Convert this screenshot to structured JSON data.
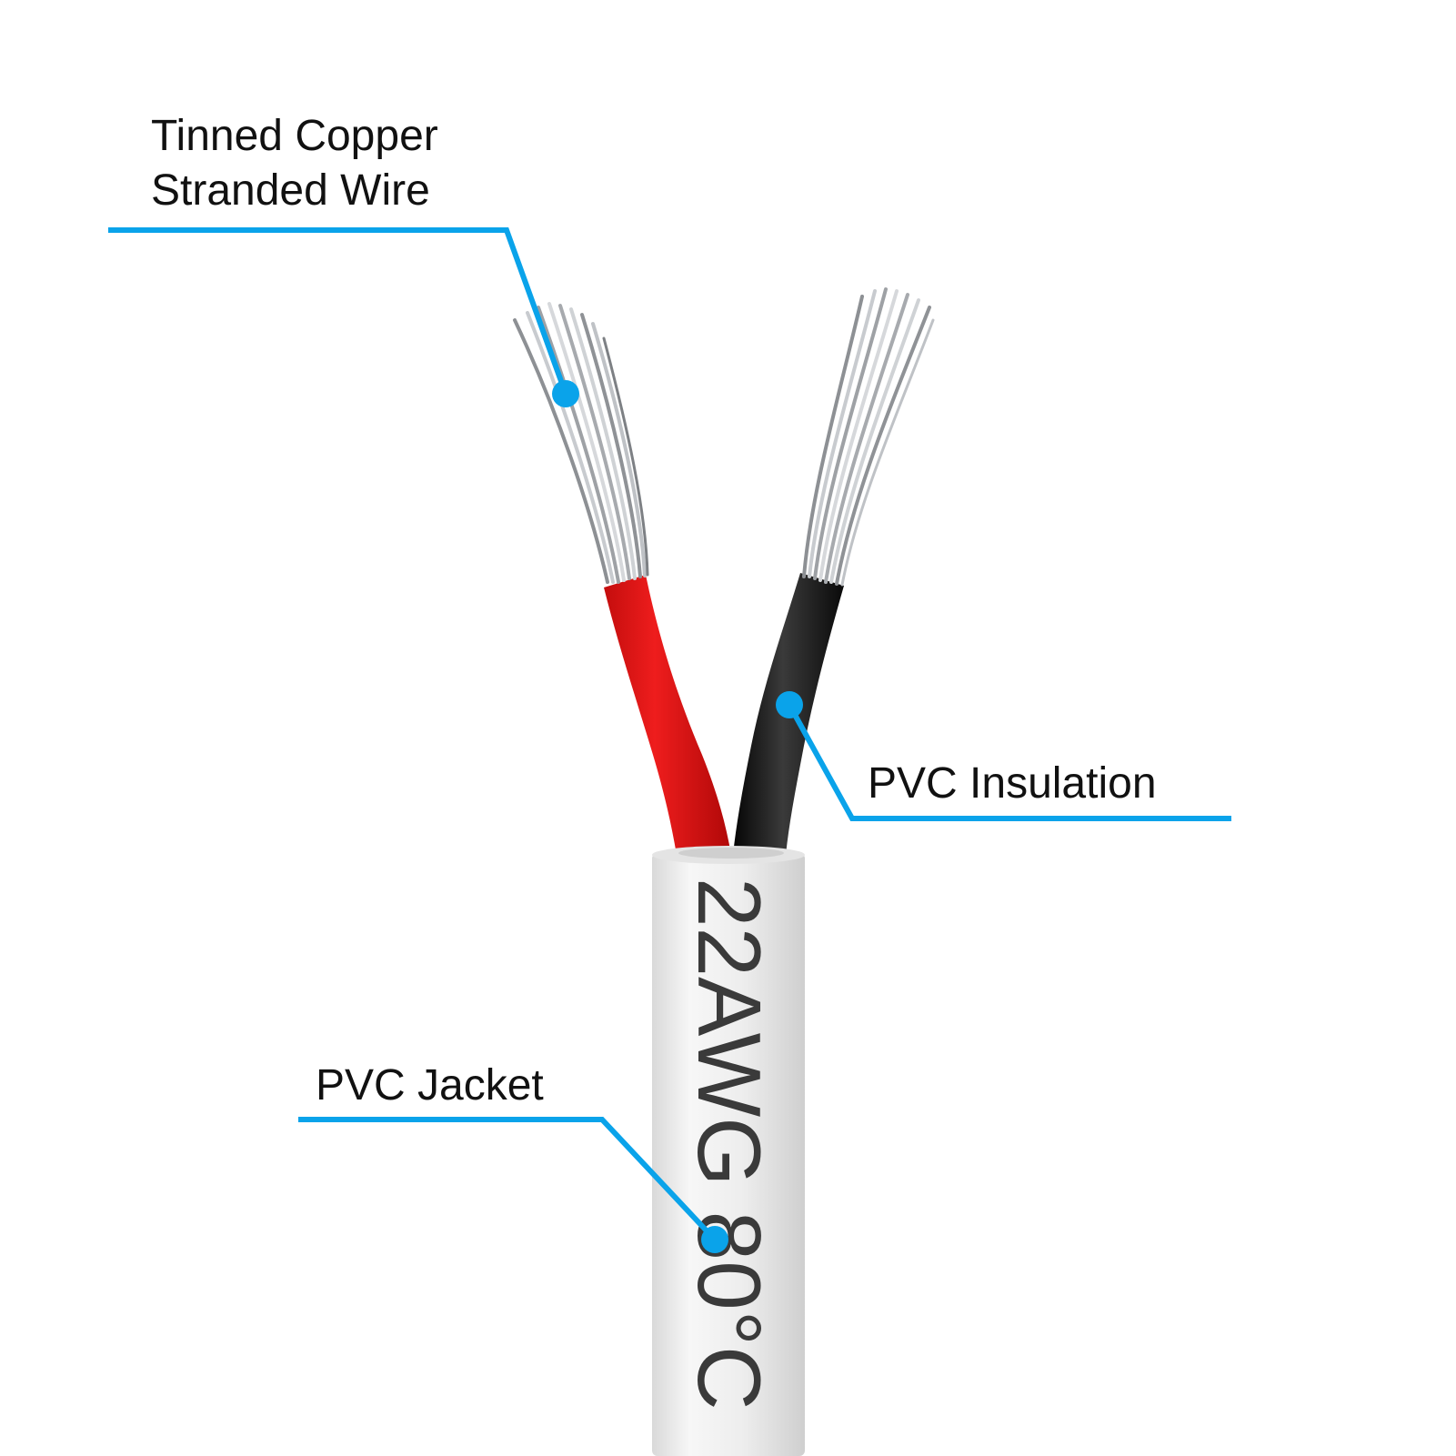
{
  "labels": {
    "copper_line1": "Tinned Copper",
    "copper_line2": "Stranded Wire",
    "insulation": "PVC Insulation",
    "jacket": "PVC Jacket"
  },
  "jacket_print": "22AWG 80°C",
  "colors": {
    "callout": "#0aa3ea",
    "red_insulation": "#e01414",
    "black_insulation": "#141414",
    "jacket": "#f2f2f2",
    "strand": "#b9bcc0"
  }
}
